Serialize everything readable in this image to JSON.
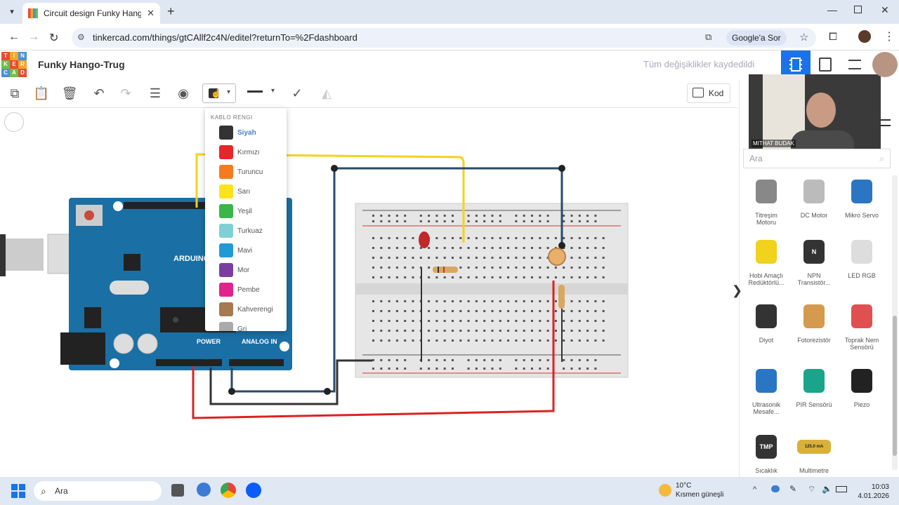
{
  "browser": {
    "tab_title": "Circuit design Funky Hango-Tru",
    "url": "tinkercad.com/things/gtCAllf2c4N/editel?returnTo=%2Fdashboard",
    "ask_google": "Google'a Sor"
  },
  "app": {
    "logo_letters": [
      "TIN",
      "KER",
      "CAD"
    ],
    "project_title": "Funky Hango-Trug",
    "save_status": "Tüm değişiklikler kaydedildi",
    "code_button": "Kod"
  },
  "wire_menu": {
    "header": "KABLO RENGI",
    "colors": [
      {
        "label": "Siyah",
        "color": "#333333"
      },
      {
        "label": "Kırmızı",
        "color": "#e8262a"
      },
      {
        "label": "Turuncu",
        "color": "#f47b20"
      },
      {
        "label": "Sarı",
        "color": "#fde31c"
      },
      {
        "label": "Yeşil",
        "color": "#3bb44a"
      },
      {
        "label": "Turkuaz",
        "color": "#7fd0d6"
      },
      {
        "label": "Mavi",
        "color": "#1e9bd7"
      },
      {
        "label": "Mor",
        "color": "#7b3ea0"
      },
      {
        "label": "Pembe",
        "color": "#e2238c"
      },
      {
        "label": "Kahverengi",
        "color": "#a47a4e"
      },
      {
        "label": "Gri",
        "color": "#aaaaaa"
      }
    ]
  },
  "board_labels": {
    "arduino": "ARDUINO",
    "power": "POWER",
    "analog": "ANALOG IN"
  },
  "panel": {
    "search_placeholder": "Ara",
    "components": [
      {
        "label": "Titreşim Motoru",
        "icon": "vibration-motor-icon"
      },
      {
        "label": "DC Motor",
        "icon": "dc-motor-icon"
      },
      {
        "label": "Mikro Servo",
        "icon": "servo-icon"
      },
      {
        "label": "Hobi Amaçlı Redüktörlü...",
        "icon": "gear-motor-icon"
      },
      {
        "label": "NPN Transistör...",
        "icon": "transistor-icon"
      },
      {
        "label": "LED RGB",
        "icon": "rgb-led-icon"
      },
      {
        "label": "Diyot",
        "icon": "diode-icon"
      },
      {
        "label": "Fotorezistör",
        "icon": "photoresistor-icon"
      },
      {
        "label": "Toprak Nem Sensörü",
        "icon": "soil-sensor-icon"
      },
      {
        "label": "Ultrasonik Mesafe...",
        "icon": "ultrasonic-icon"
      },
      {
        "label": "PIR Sensörü",
        "icon": "pir-icon"
      },
      {
        "label": "Piezo",
        "icon": "piezo-icon"
      },
      {
        "label": "Sıcaklık",
        "icon": "temperature-sensor-icon"
      },
      {
        "label": "Multimetre",
        "icon": "multimeter-icon"
      }
    ],
    "transistor_letter": "N",
    "tmp_text": "TMP",
    "multimeter_text": "125.0 mA"
  },
  "video": {
    "name": "MITHAT BUDAK"
  },
  "taskbar": {
    "search": "Ara",
    "weather_temp": "10°C",
    "weather_desc": "Kısmen güneşli",
    "time": "10:03",
    "date": "4.01.2026"
  }
}
